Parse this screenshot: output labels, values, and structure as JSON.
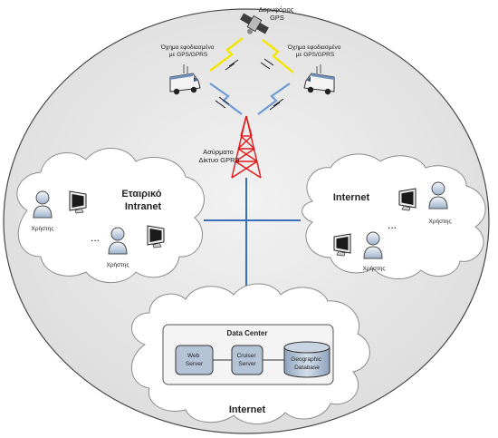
{
  "satellite": {
    "label_line1": "Δορυφόρος",
    "label_line2": "GPS"
  },
  "vehicles": [
    {
      "label_line1": "Όχημα εφοδιασμένο",
      "label_line2": "με GPS/GPRS"
    },
    {
      "label_line1": "Όχημα εφοδιασμένο",
      "label_line2": "με GPS/GPRS"
    }
  ],
  "gprs_tower": {
    "label_line1": "Ασύρματο",
    "label_line2": "Δίκτυο GPRS"
  },
  "intranet_cloud": {
    "title_line1": "Εταιρικό",
    "title_line2": "Intranet",
    "ellipsis": "...",
    "users": [
      "Χρήστης",
      "Χρήστης"
    ]
  },
  "internet_cloud_right": {
    "title": "Internet",
    "ellipsis": "...",
    "users": [
      "Χρήστης",
      "Χρήστης"
    ]
  },
  "data_center": {
    "title": "Data Center",
    "components": [
      {
        "line1": "Web",
        "line2": "Server"
      },
      {
        "line1": "Cruiser",
        "line2": "Server"
      },
      {
        "line1": "Geographic",
        "line2": "Database"
      }
    ],
    "cloud_label": "Internet"
  },
  "colors": {
    "network_line": "#3a6fb7",
    "tower": "#e01818",
    "gps_signal": "#f3e600",
    "gprs_signal": "#6f9ad6",
    "component_fill": "#b4c3d6"
  }
}
